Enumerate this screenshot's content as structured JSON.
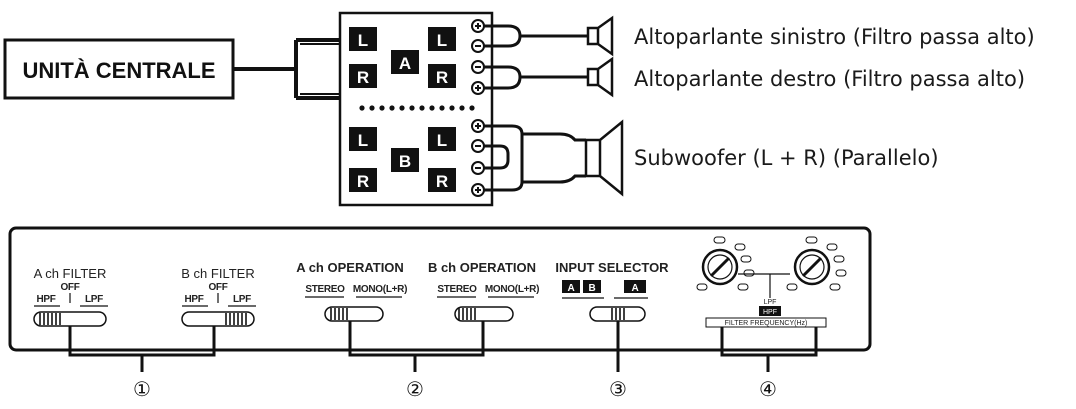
{
  "central_unit": {
    "label": "UNITÀ CENTRALE"
  },
  "amp_box": {
    "channel_a": "A",
    "channel_b": "B",
    "left": "L",
    "right": "R"
  },
  "speakers": [
    {
      "label": "Altoparlante sinistro (Filtro passa alto)"
    },
    {
      "label": "Altoparlante destro (Filtro passa alto)"
    },
    {
      "label": "Subwoofer (L + R) (Parallelo)"
    }
  ],
  "panel": {
    "a_filter": {
      "title": "A ch FILTER",
      "off": "OFF",
      "hpf": "HPF",
      "lpf": "LPF"
    },
    "b_filter": {
      "title": "B ch FILTER",
      "off": "OFF",
      "hpf": "HPF",
      "lpf": "LPF"
    },
    "a_operation": {
      "title": "A ch OPERATION",
      "stereo": "STEREO",
      "mono": "MONO(L+R)"
    },
    "b_operation": {
      "title": "B ch OPERATION",
      "stereo": "STEREO",
      "mono": "MONO(L+R)"
    },
    "input_selector": {
      "title": "INPUT SELECTOR",
      "ab_a": "A",
      "ab_b": "B",
      "a": "A"
    },
    "knobs": {
      "hpf": "HPF",
      "lpf": "LPF",
      "freq": "FILTER FREQUENCY(Hz)"
    }
  },
  "callouts": [
    "①",
    "②",
    "③",
    "④"
  ]
}
